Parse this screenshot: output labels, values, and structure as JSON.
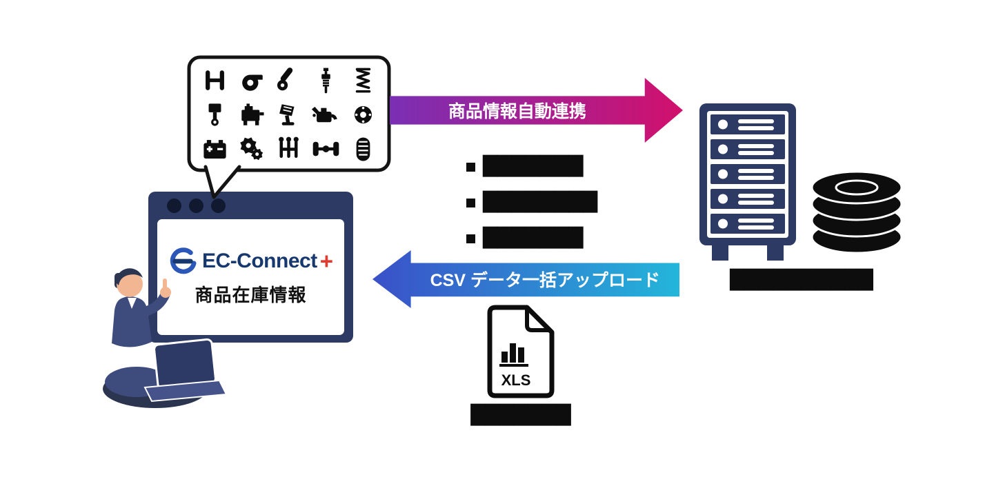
{
  "browser": {
    "title": "商品在庫情報",
    "logo": {
      "text": "EC-Connect",
      "plus": "+"
    }
  },
  "bubble": {
    "icons": [
      "front-axle-icon",
      "turbocharger-icon",
      "exhaust-pipe-icon",
      "spark-plug-icon",
      "coil-spring-icon",
      "piston-icon",
      "engine-icon",
      "pedal-icon",
      "oil-can-icon",
      "brake-disc-icon",
      "battery-icon",
      "gears-icon",
      "gear-shifter-icon",
      "axle-icon",
      "tire-icon"
    ]
  },
  "flow": {
    "arrow_right": {
      "label": "商品情報自動連携",
      "gradient": [
        "#7a2fb4",
        "#d2106c"
      ]
    },
    "arrow_left": {
      "label": "CSV データ一括アップロード",
      "gradient": [
        "#3a50c8",
        "#23b6da"
      ]
    },
    "bullets": [
      "███████",
      "████████",
      "███████"
    ]
  },
  "server": {
    "caption": "██████████"
  },
  "xls": {
    "label": "XLS",
    "caption": "███████"
  },
  "colors": {
    "navy": "#2d3a64",
    "black": "#0d0d0d",
    "logo_navy": "#17386e",
    "logo_blue": "#2b57b8",
    "logo_red": "#e2382e"
  }
}
